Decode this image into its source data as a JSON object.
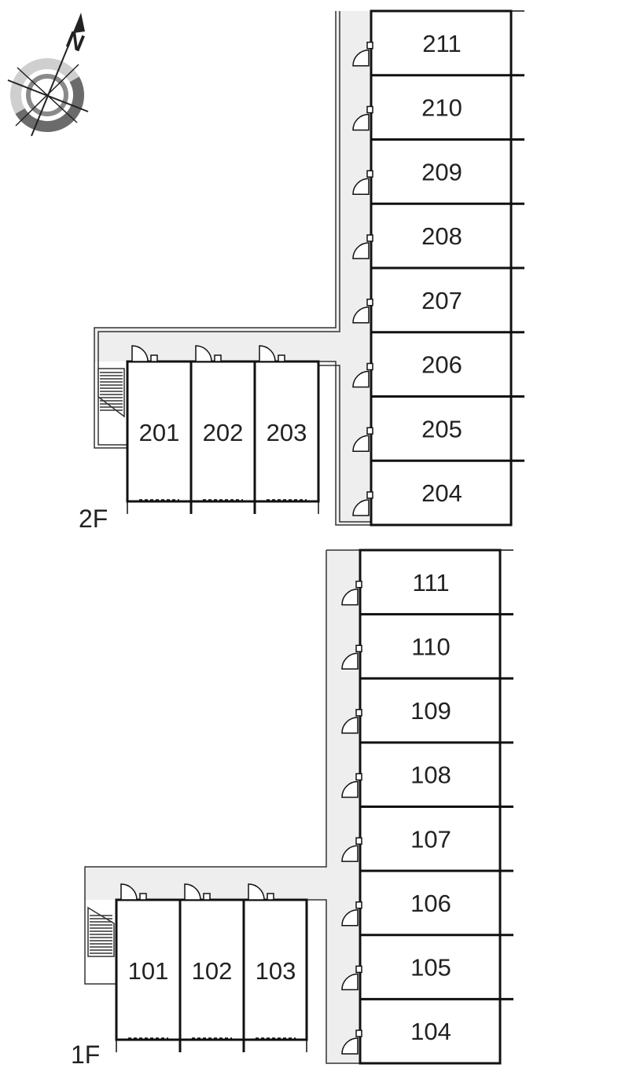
{
  "compass": {
    "label": "N"
  },
  "floors": [
    {
      "label": "2F",
      "column_rooms": [
        "211",
        "210",
        "209",
        "208",
        "207",
        "206",
        "205",
        "204"
      ],
      "wing_rooms": [
        "201",
        "202",
        "203"
      ]
    },
    {
      "label": "1F",
      "column_rooms": [
        "111",
        "110",
        "109",
        "108",
        "107",
        "106",
        "105",
        "104"
      ],
      "wing_rooms": [
        "101",
        "102",
        "103"
      ]
    }
  ],
  "colors": {
    "walls": "#111111",
    "corridor": "#eeeeee",
    "compass_ring": "#6b6b6b"
  }
}
